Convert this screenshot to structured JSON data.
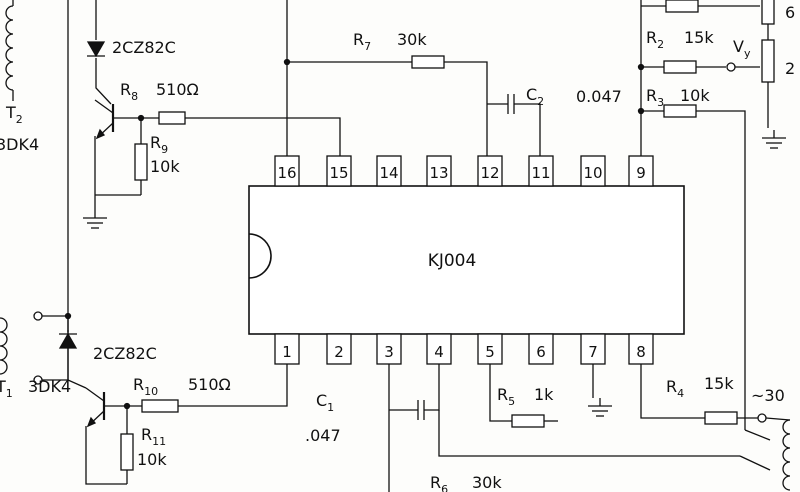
{
  "chip": {
    "name": "KJ004"
  },
  "pins_top": [
    "16",
    "15",
    "14",
    "13",
    "12",
    "11",
    "10",
    "9"
  ],
  "pins_bottom": [
    "1",
    "2",
    "3",
    "4",
    "5",
    "6",
    "7",
    "8"
  ],
  "components": {
    "T2": {
      "main": "T",
      "sub": "2",
      "type": "3DK4"
    },
    "T1": {
      "main": "T",
      "sub": "1",
      "type": "3DK4"
    },
    "D_top": "2CZ82C",
    "D_bottom": "2CZ82C",
    "R8": {
      "main": "R",
      "sub": "8",
      "value": "510Ω"
    },
    "R9": {
      "main": "R",
      "sub": "9",
      "value": "10k"
    },
    "R10": {
      "main": "R",
      "sub": "10",
      "value": "510Ω"
    },
    "R11": {
      "main": "R",
      "sub": "11",
      "value": "10k"
    },
    "R7": {
      "main": "R",
      "sub": "7",
      "value": "30k"
    },
    "C2": {
      "main": "C",
      "sub": "2"
    },
    "C2_value": "0.047",
    "R2": {
      "main": "R",
      "sub": "2",
      "value": "15k"
    },
    "Vy": {
      "main": "V",
      "sub": "y"
    },
    "R3": {
      "main": "R",
      "sub": "3",
      "value": "10k"
    },
    "C1": {
      "main": "C",
      "sub": "1",
      "value": ".047"
    },
    "R5": {
      "main": "R",
      "sub": "5",
      "value": "1k"
    },
    "R4": {
      "main": "R",
      "sub": "4",
      "value": "15k"
    },
    "R6": {
      "main": "R",
      "sub": "6",
      "value": "30k"
    },
    "edge_top": "6",
    "edge_mid": "2",
    "ac_label": "~30"
  }
}
